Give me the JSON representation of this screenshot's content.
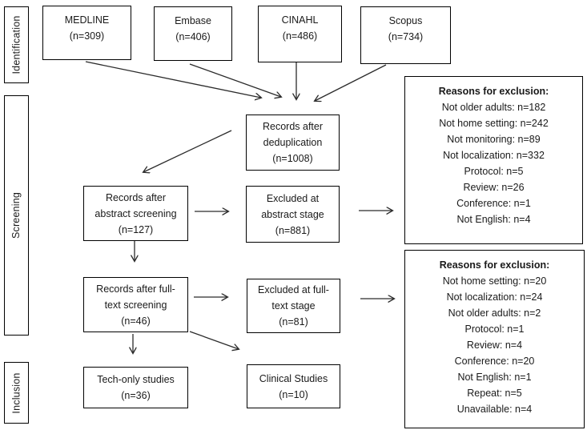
{
  "flow": {
    "stage_labels": {
      "identification": "Identification",
      "screening": "Screening",
      "inclusion": "Inclusion"
    },
    "sources": [
      {
        "name": "MEDLINE",
        "count": "(n=309)"
      },
      {
        "name": "Embase",
        "count": "(n=406)"
      },
      {
        "name": "CINAHL",
        "count": "(n=486)"
      },
      {
        "name": "Scopus",
        "count": "(n=734)"
      }
    ],
    "nodes": {
      "dedup": {
        "lines": [
          "Records after",
          "deduplication",
          "(n=1008)"
        ]
      },
      "abstract_screening": {
        "lines": [
          "Records after",
          "abstract screening",
          "(n=127)"
        ]
      },
      "excluded_abstract": {
        "lines": [
          "Excluded at",
          "abstract stage",
          "(n=881)"
        ]
      },
      "fulltext_screening": {
        "lines": [
          "Records after full-",
          "text screening",
          "(n=46)"
        ]
      },
      "excluded_fulltext": {
        "lines": [
          "Excluded at full-",
          "text stage",
          "(n=81)"
        ]
      },
      "tech_only": {
        "lines": [
          "Tech-only studies",
          "(n=36)"
        ]
      },
      "clinical": {
        "lines": [
          "Clinical Studies",
          "(n=10)"
        ]
      }
    },
    "exclusions1": {
      "title": "Reasons for exclusion:",
      "items": [
        "Not older adults: n=182",
        "Not home setting: n=242",
        "Not monitoring: n=89",
        "Not localization: n=332",
        "Protocol: n=5",
        "Review: n=26",
        "Conference: n=1",
        "Not English: n=4"
      ]
    },
    "exclusions2": {
      "title": "Reasons for exclusion:",
      "items": [
        "Not home setting: n=20",
        "Not localization: n=24",
        "Not older adults: n=2",
        "Protocol: n=1",
        "Review: n=4",
        "Conference: n=20",
        "Not English: n=1",
        "Repeat: n=5",
        "Unavailable: n=4"
      ]
    },
    "colors": {
      "line": "#2b2b2b",
      "border": "#000000",
      "text": "#1a1a1a"
    }
  }
}
